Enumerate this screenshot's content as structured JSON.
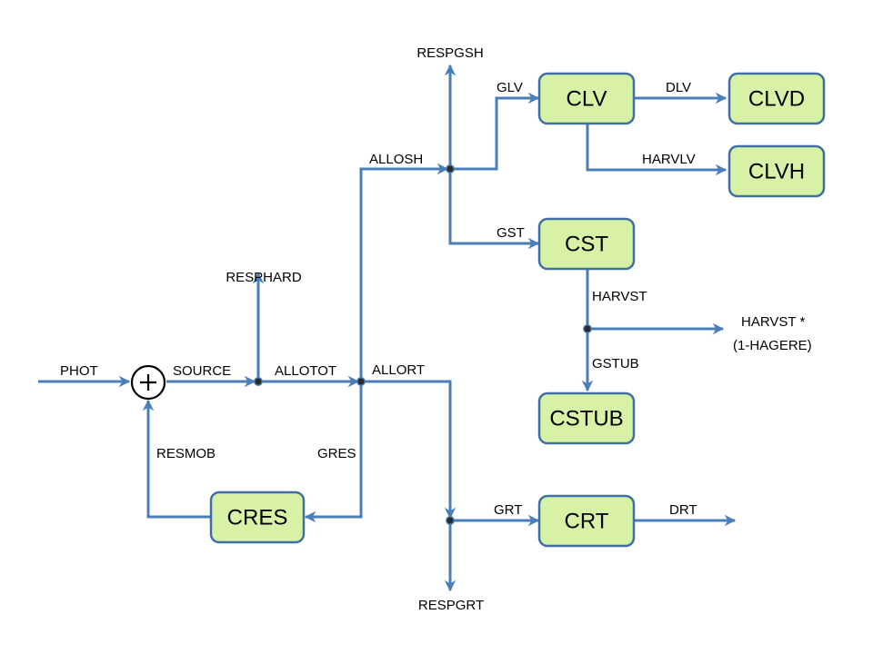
{
  "nodes": {
    "clv": "CLV",
    "clvd": "CLVD",
    "clvh": "CLVH",
    "cst": "CST",
    "cstub": "CSTUB",
    "cres": "CRES",
    "crt": "CRT"
  },
  "flows": {
    "phot": "PHOT",
    "source": "SOURCE",
    "resphard": "RESPHARD",
    "allotot": "ALLOTOT",
    "allort": "ALLORT",
    "allosh": "ALLOSH",
    "respgsh": "RESPGSH",
    "glv": "GLV",
    "dlv": "DLV",
    "harvlv": "HARVLV",
    "gst": "GST",
    "harvst": "HARVST",
    "harvst_loss_line1": "HARVST *",
    "harvst_loss_line2": "(1-HAGERE)",
    "gstub": "GSTUB",
    "resmob": "RESMOB",
    "gres": "GRES",
    "grt": "GRT",
    "drt": "DRT",
    "respgrt": "RESPGRT"
  },
  "colors": {
    "box_fill": "#d7f1a6",
    "box_stroke": "#3f6fa5",
    "arrow": "#4a7ebb"
  }
}
